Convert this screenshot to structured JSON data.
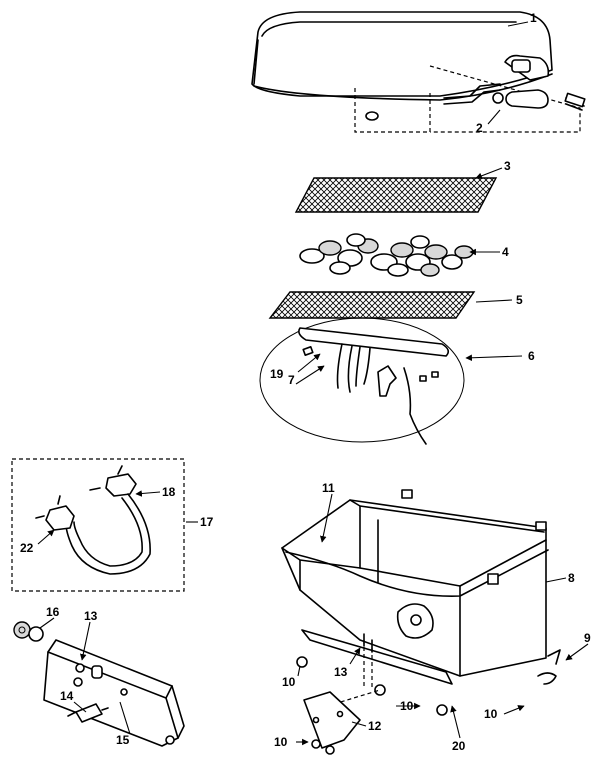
{
  "labels": [
    "1",
    "2",
    "3",
    "4",
    "5",
    "6",
    "7",
    "8",
    "9",
    "10",
    "11",
    "12",
    "13",
    "14",
    "15",
    "16",
    "17",
    "18",
    "19",
    "20",
    "22"
  ],
  "callouts": {
    "p1": "1",
    "p2": "2",
    "p3": "3",
    "p4": "4",
    "p5": "5",
    "p6": "6",
    "p7": "7",
    "p8": "8",
    "p9": "9",
    "p10a": "10",
    "p10b": "10",
    "p10c": "10",
    "p10d": "10",
    "p11": "11",
    "p12": "12",
    "p13a": "13",
    "p13b": "13",
    "p14": "14",
    "p15": "15",
    "p16": "16",
    "p17": "17",
    "p18": "18",
    "p19": "19",
    "p20": "20",
    "p22": "22"
  }
}
